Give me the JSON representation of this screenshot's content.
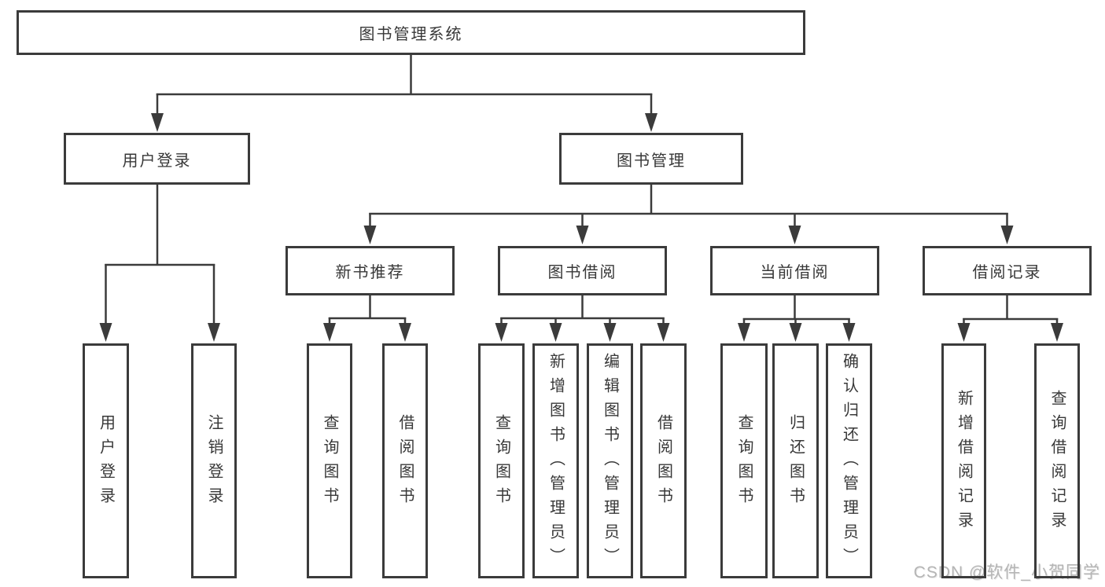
{
  "diagram_title": "图书管理系统",
  "tree": {
    "label": "图书管理系统",
    "children": [
      {
        "label": "用户登录",
        "children": [
          {
            "label": "用户登录"
          },
          {
            "label": "注销登录"
          }
        ]
      },
      {
        "label": "图书管理",
        "children": [
          {
            "label": "新书推荐",
            "children": [
              {
                "label": "查询图书"
              },
              {
                "label": "借阅图书"
              }
            ]
          },
          {
            "label": "图书借阅",
            "children": [
              {
                "label": "查询图书"
              },
              {
                "label": "新增图书（管理员）"
              },
              {
                "label": "编辑图书（管理员）"
              },
              {
                "label": "借阅图书"
              }
            ]
          },
          {
            "label": "当前借阅",
            "children": [
              {
                "label": "查询图书"
              },
              {
                "label": "归还图书"
              },
              {
                "label": "确认归还（管理员）"
              }
            ]
          },
          {
            "label": "借阅记录",
            "children": [
              {
                "label": "新增借阅记录"
              },
              {
                "label": "查询借阅记录"
              }
            ]
          }
        ]
      }
    ]
  },
  "watermark": "CSDN @软件_小贺同学",
  "colors": {
    "line": "#3b3b3b",
    "box_border": "#3b3b3b",
    "text": "#383838",
    "background": "#ffffff",
    "watermark": "#b5b5b5"
  }
}
